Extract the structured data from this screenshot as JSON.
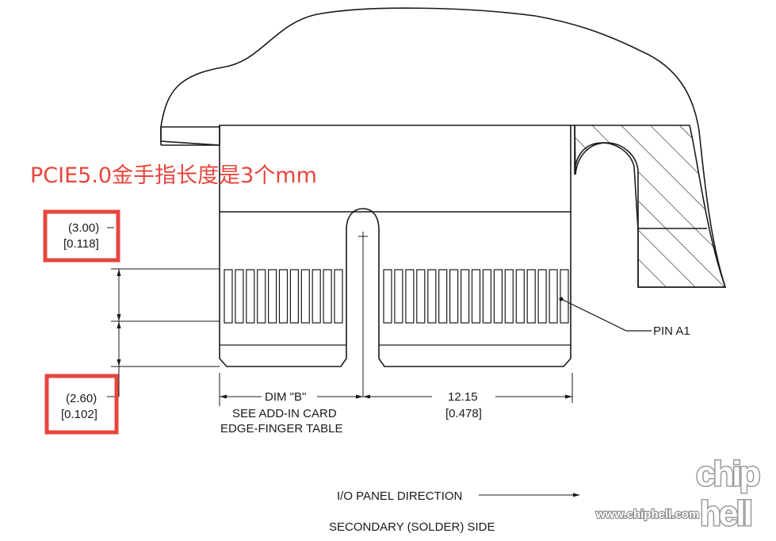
{
  "annotation": {
    "note": "PCIE5.0金手指长度是3个mm"
  },
  "dimensions": {
    "top_mm": "(3.00)",
    "top_in": "[0.118]",
    "bottom_mm": "(2.60)",
    "bottom_in": "[0.102]",
    "dim_b": "DIM \"B\"",
    "see_line1": "SEE ADD-IN CARD",
    "see_line2": "EDGE-FINGER TABLE",
    "right_mm": "12.15",
    "right_in": "[0.478]"
  },
  "labels": {
    "pin_a1": "PIN A1",
    "io_panel": "I/O PANEL DIRECTION",
    "side": "SECONDARY (SOLDER) SIDE"
  },
  "watermark": {
    "logo": "chip hell",
    "url": "www.chiphell.com"
  },
  "colors": {
    "highlight": "#e8453c",
    "line": "#1a1a1a"
  }
}
